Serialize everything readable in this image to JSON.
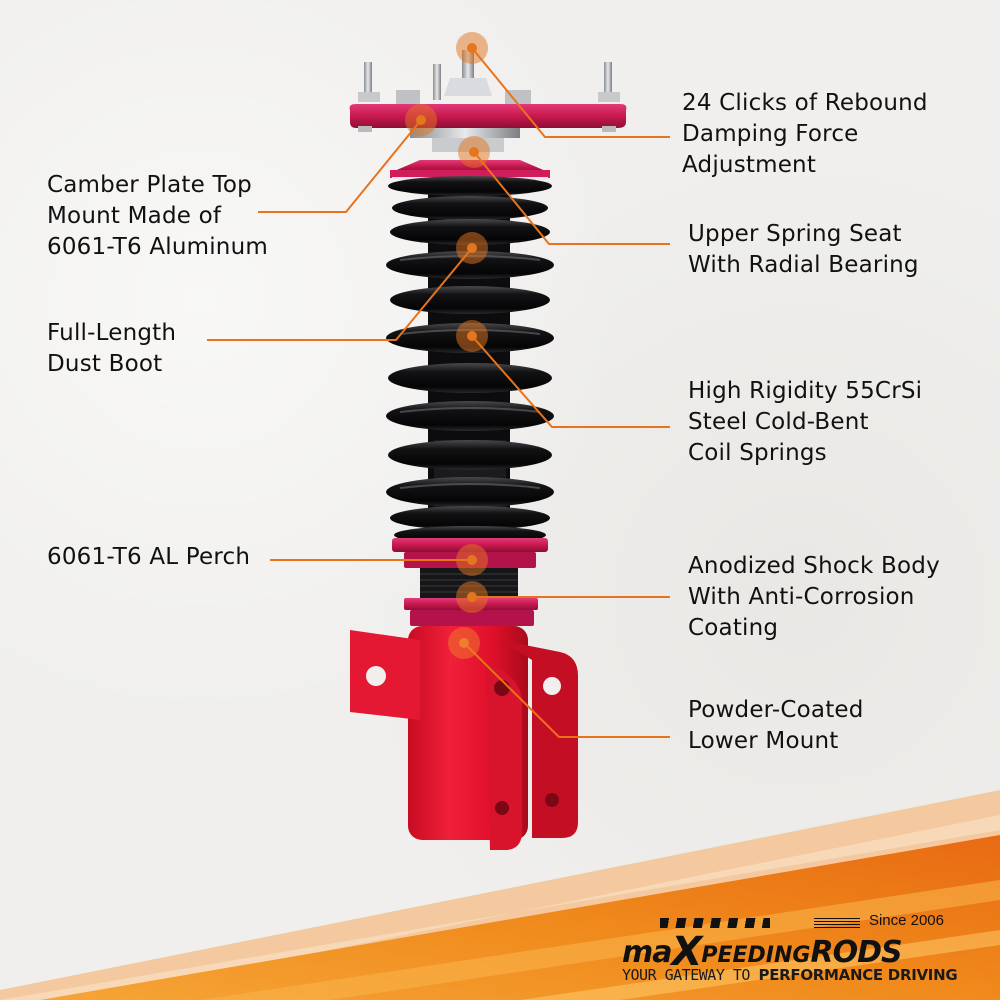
{
  "colors": {
    "background": "#f0efed",
    "leader_line": "#e8731a",
    "marker": "#e4761f",
    "anodized_pink": "#c8194e",
    "powder_red": "#e0102a",
    "spring_black": "#121214",
    "band_orange": "#f08a1c",
    "band_light": "#f4c9a0",
    "text": "#111111"
  },
  "callouts": [
    {
      "id": "camber-plate",
      "side": "left",
      "lines": [
        "Camber Plate Top",
        "Mount Made of",
        "6061-T6 Aluminum"
      ]
    },
    {
      "id": "dust-boot",
      "side": "left",
      "lines": [
        "Full-Length",
        "Dust Boot"
      ]
    },
    {
      "id": "perch",
      "side": "left",
      "lines": [
        "6061-T6 AL Perch"
      ]
    },
    {
      "id": "rebound-damping",
      "side": "right",
      "lines": [
        "24 Clicks of Rebound",
        "Damping Force",
        "Adjustment"
      ]
    },
    {
      "id": "spring-seat",
      "side": "right",
      "lines": [
        "Upper Spring Seat",
        "With Radial Bearing"
      ]
    },
    {
      "id": "coil-springs",
      "side": "right",
      "lines": [
        "High Rigidity 55CrSi",
        "Steel Cold-Bent",
        "Coil Springs"
      ]
    },
    {
      "id": "shock-body",
      "side": "right",
      "lines": [
        "Anodized Shock Body",
        "With Anti-Corrosion",
        "Coating"
      ]
    },
    {
      "id": "lower-mount",
      "side": "right",
      "lines": [
        "Powder-Coated",
        "Lower Mount"
      ]
    }
  ],
  "brand": {
    "since": "Since 2006",
    "wordmark_prefix": "ma",
    "wordmark_x": "X",
    "wordmark_mid": "PEEDING",
    "wordmark_suffix": "RODS",
    "tagline_light": "YOUR GATEWAY TO ",
    "tagline_bold": "PERFORMANCE DRIVING"
  }
}
